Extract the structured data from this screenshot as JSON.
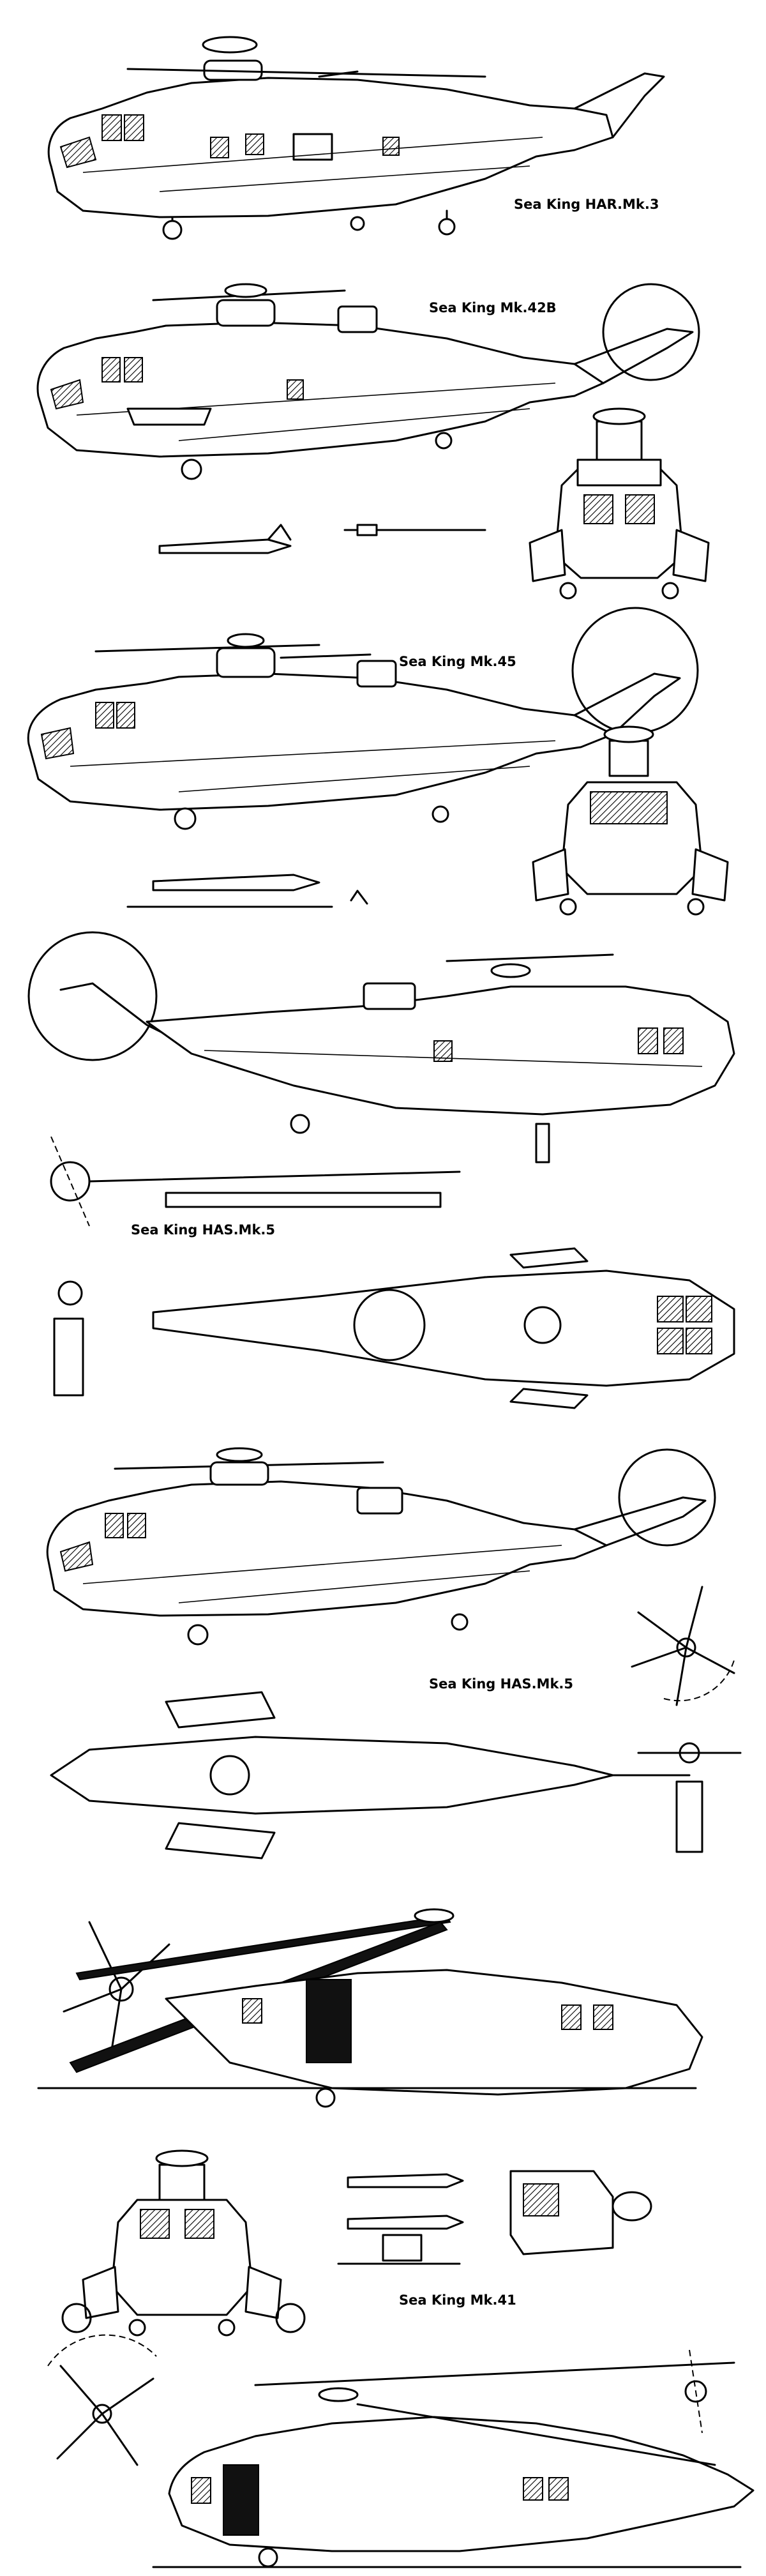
{
  "captions": {
    "har_mk3": "Sea King HAR.Mk.3",
    "mk42b": "Sea King Mk.42B",
    "mk45": "Sea King Mk.45",
    "has_mk5_a": "Sea King HAS.Mk.5",
    "has_mk5_b": "Sea King HAS.Mk.5",
    "mk41": "Sea King Mk.41"
  }
}
